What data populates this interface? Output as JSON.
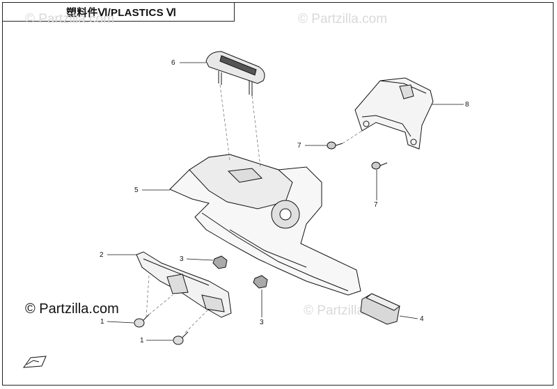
{
  "diagram": {
    "title": "塑料件Ⅵ/PLASTICS Ⅵ",
    "watermarks": [
      "© Partzilla.com",
      "© Partzilla.com",
      "© Partzilla.com"
    ],
    "copyright": "© Partzilla.com",
    "callouts": {
      "c1a": "1",
      "c1b": "1",
      "c2": "2",
      "c3a": "3",
      "c3b": "3",
      "c4": "4",
      "c5": "5",
      "c6": "6",
      "c7a": "7",
      "c7b": "7",
      "c8": "8"
    }
  }
}
